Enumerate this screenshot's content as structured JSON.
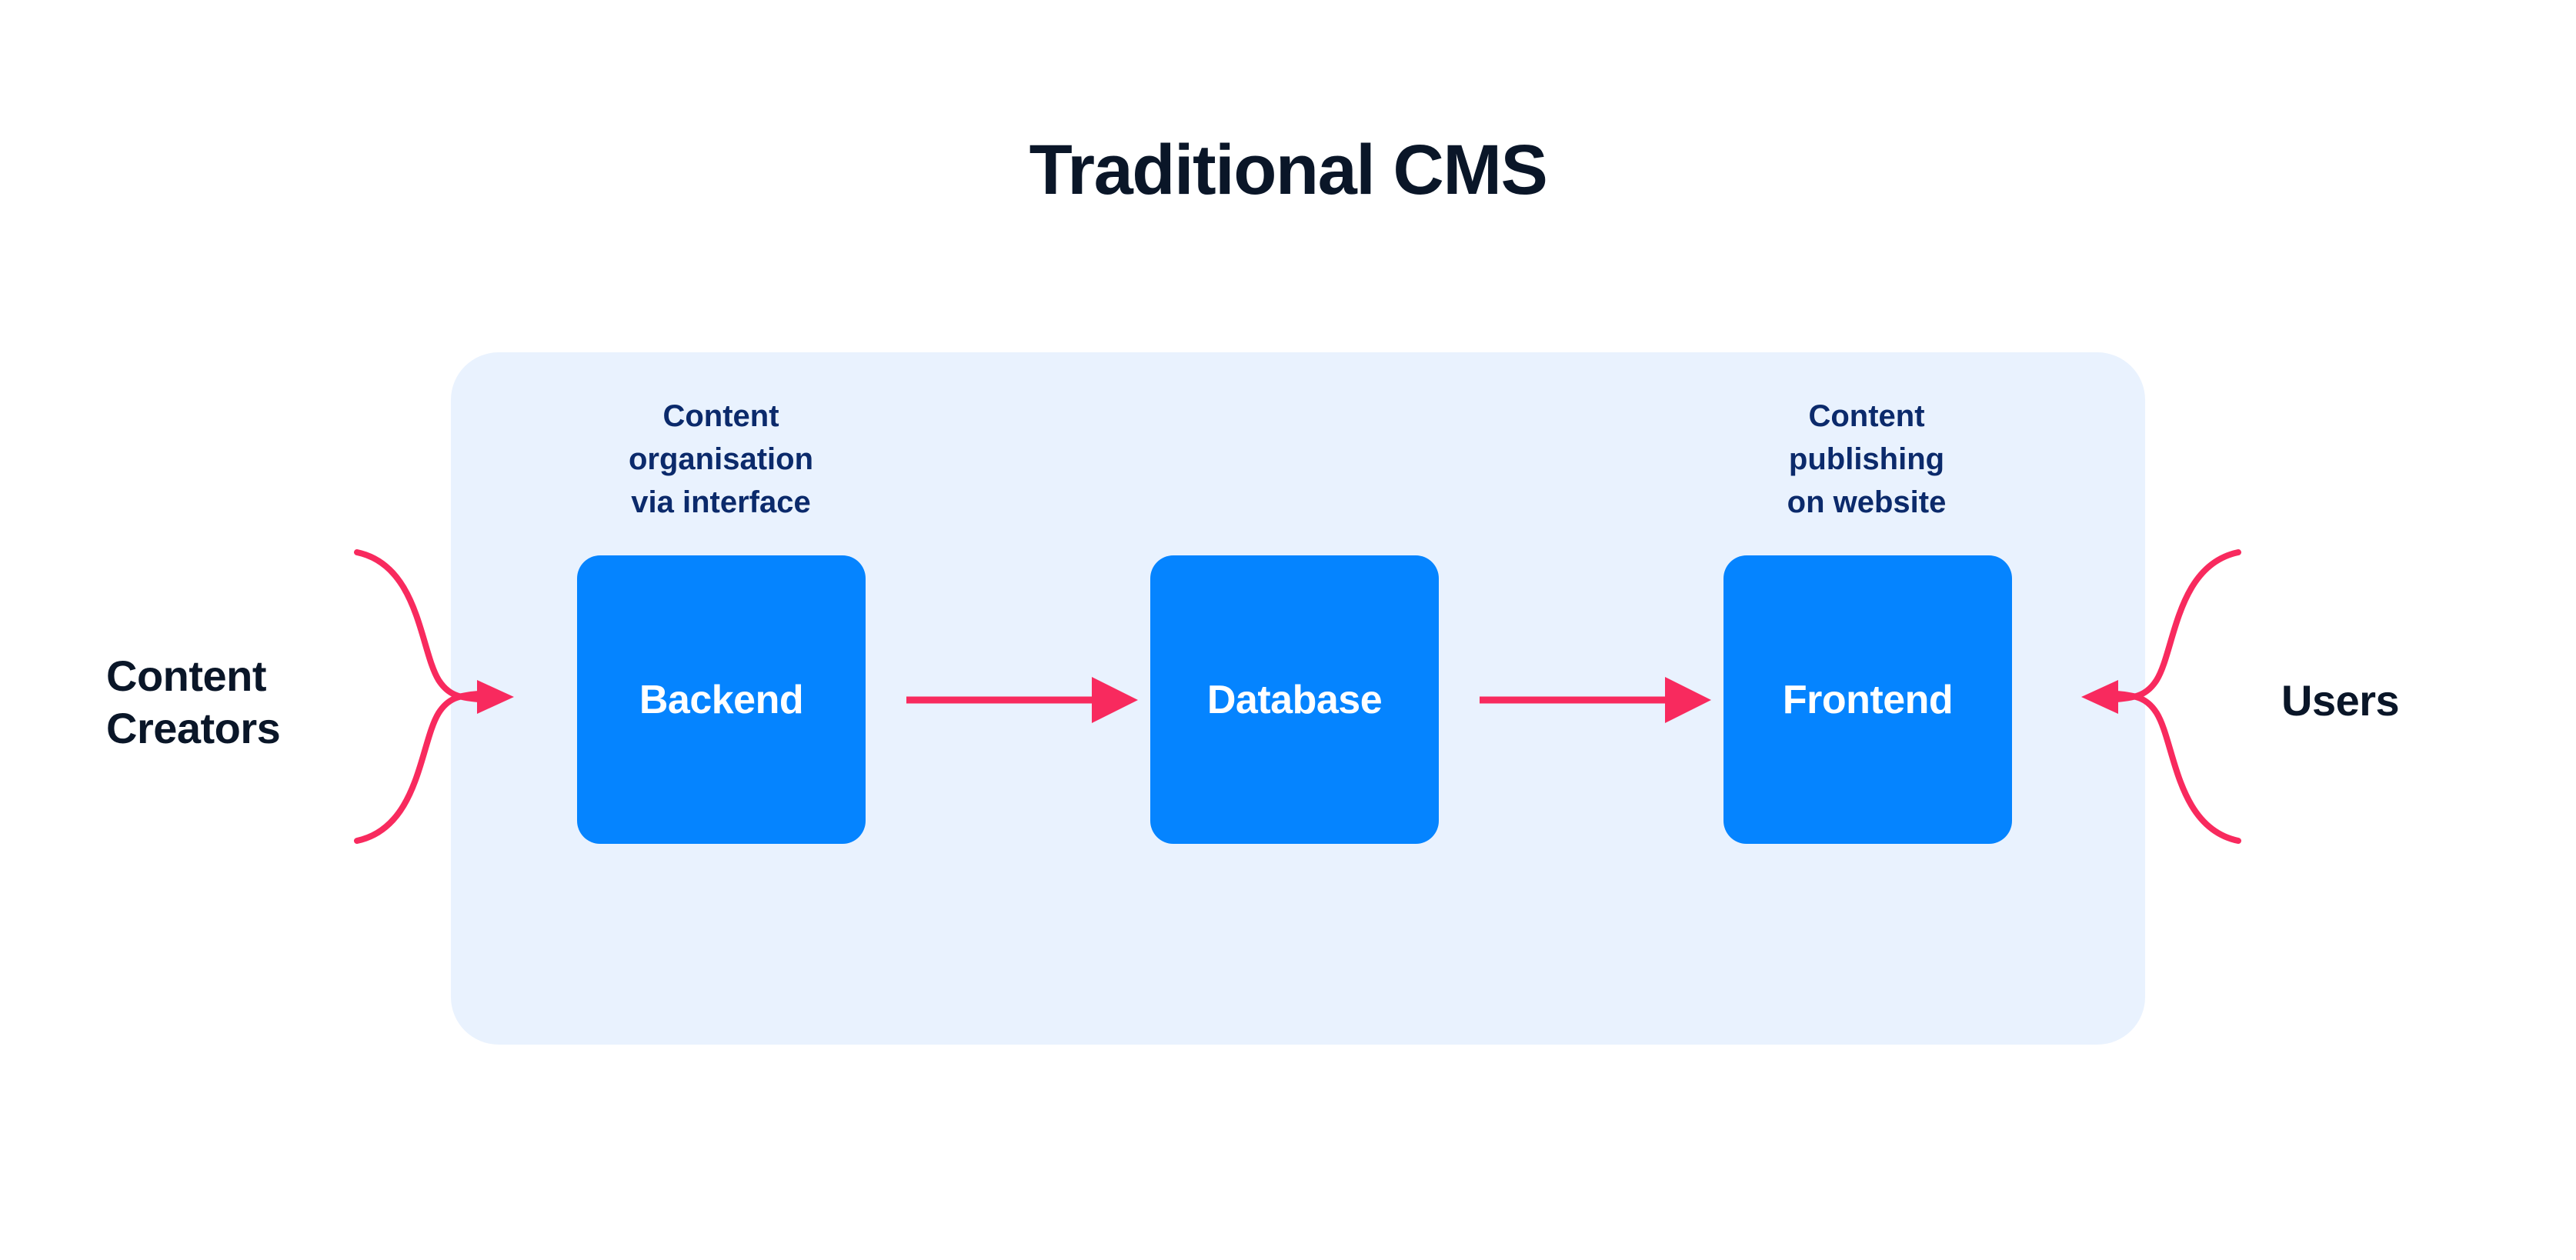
{
  "title": "Traditional CMS",
  "colors": {
    "page_background": "#FFFFFF",
    "panel_background": "#E9F2FE",
    "box_fill": "#0584FF",
    "box_text": "#FFFFFF",
    "caption_text": "#0B2A6B",
    "title_text": "#0A1628",
    "actor_text": "#0A1628",
    "arrow": "#F82A5E"
  },
  "panel": {
    "stages": [
      {
        "id": "backend",
        "label": "Backend",
        "caption": "Content\norganisation\nvia interface"
      },
      {
        "id": "database",
        "label": "Database",
        "caption": ""
      },
      {
        "id": "frontend",
        "label": "Frontend",
        "caption": "Content\npublishing\non website"
      }
    ],
    "flow_arrows": [
      {
        "id": "backend-to-database",
        "from": "backend",
        "to": "database",
        "direction": "right"
      },
      {
        "id": "database-to-frontend",
        "from": "database",
        "to": "frontend",
        "direction": "right"
      }
    ]
  },
  "actors": [
    {
      "id": "content-creators",
      "label": "Content\nCreators",
      "side": "left",
      "arrow_direction": "right"
    },
    {
      "id": "users",
      "label": "Users",
      "side": "right",
      "arrow_direction": "left"
    }
  ]
}
